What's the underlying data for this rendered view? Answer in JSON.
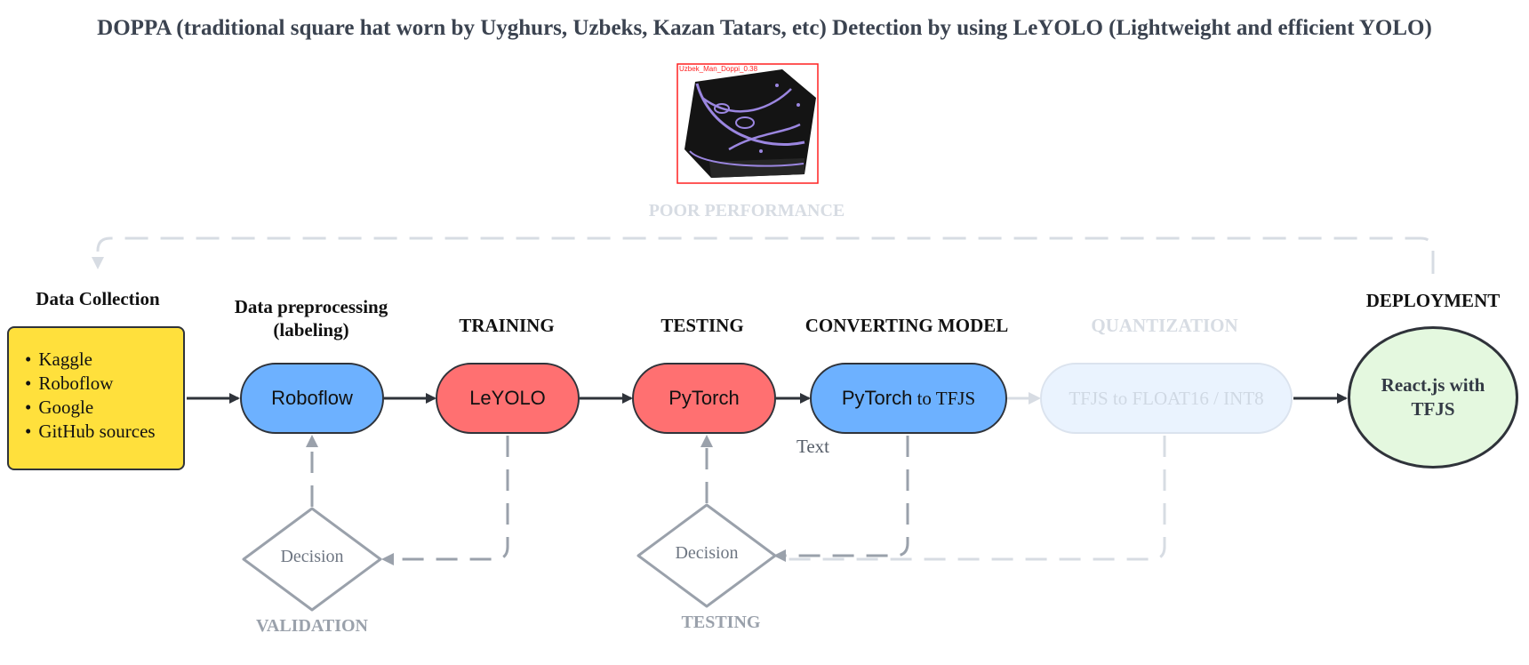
{
  "title": "DOPPA (traditional square hat worn by Uyghurs, Uzbeks, Kazan Tatars, etc) Detection  by using LeYOLO (Lightweight and efficient YOLO)",
  "photo": {
    "detection_label": "Uzbek_Man_Doppi_0.38"
  },
  "feedback_label": "POOR PERFORMANCE",
  "headers": {
    "data_collection": "Data Collection",
    "preprocessing_line1": "Data preprocessing",
    "preprocessing_line2": "(labeling)",
    "training": "TRAINING",
    "testing": "TESTING",
    "converting": "CONVERTING MODEL",
    "quantization": "QUANTIZATION",
    "deployment": "DEPLOYMENT"
  },
  "sources": [
    "Kaggle",
    "Roboflow",
    "Google",
    "GitHub sources"
  ],
  "nodes": {
    "roboflow": "Roboflow",
    "leyolo": "LeYOLO",
    "pytorch": "PyTorch",
    "convert_a": "PyTorch",
    "convert_b": " to TFJS",
    "quantize": "TFJS to FLOAT16 / INT8",
    "deploy_line1": "React.js with",
    "deploy_line2": "TFJS"
  },
  "floating_text": "Text",
  "decisions": {
    "validation_decision": "Decision",
    "validation_label": "VALIDATION",
    "testing_decision": "Decision",
    "testing_label": "TESTING"
  },
  "colors": {
    "yellow": "#ffe03c",
    "blue": "#6db1ff",
    "red": "#ff7071",
    "green_light": "#e4f8df",
    "detection_box": "#ff2020",
    "hat_pattern": "#9b86e0"
  }
}
